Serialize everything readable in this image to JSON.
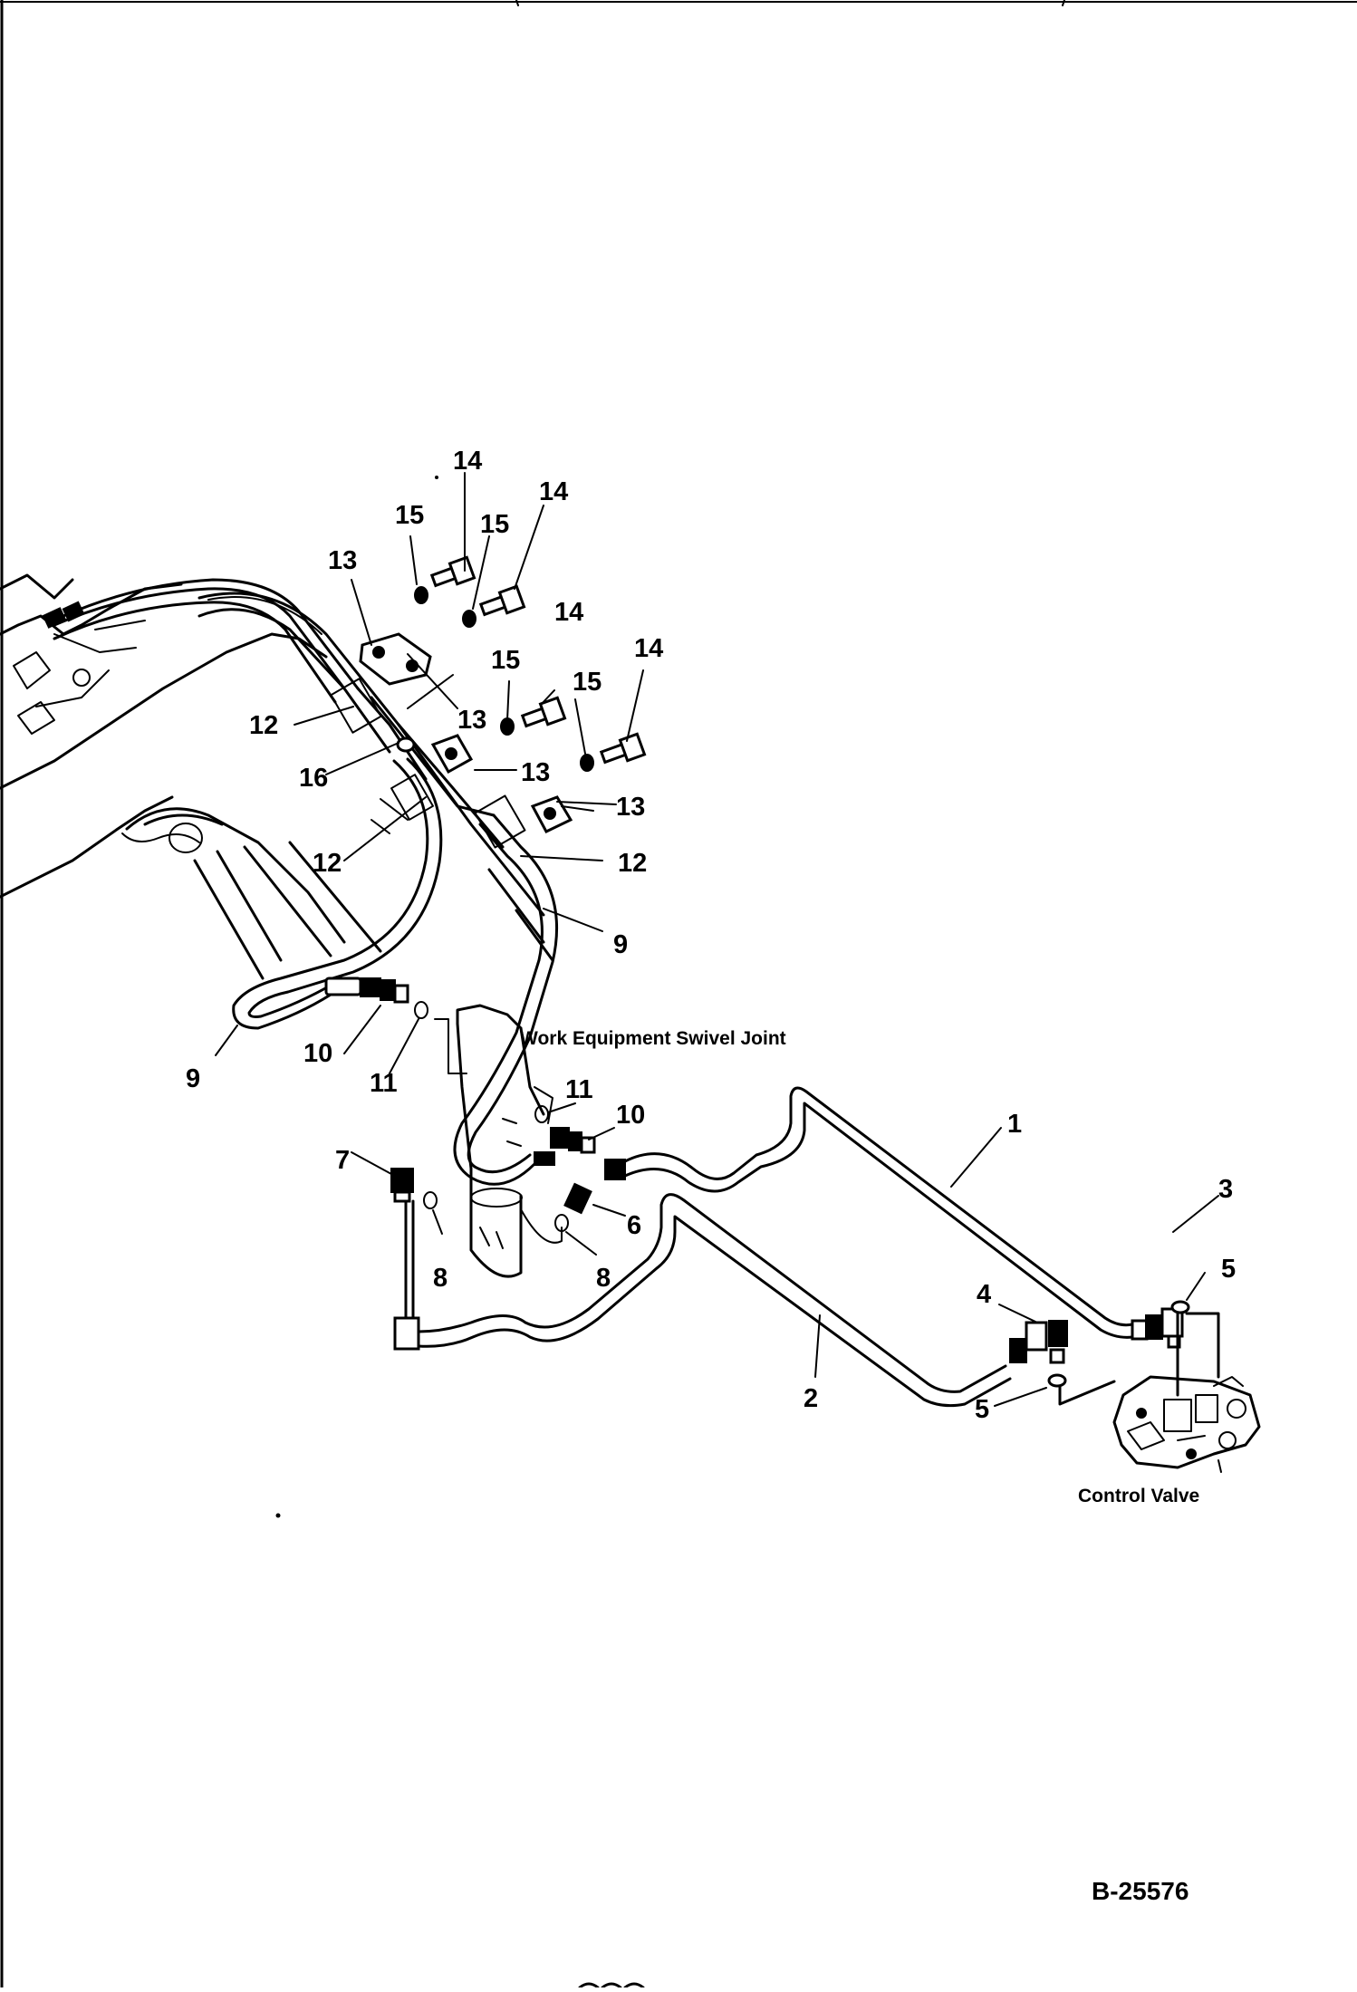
{
  "drawing_number": "B-25576",
  "captions": {
    "swivel_joint": "Work Equipment Swivel Joint",
    "control_valve": "Control Valve"
  },
  "callouts": {
    "c14a": "14",
    "c14b": "14",
    "c14c": "14",
    "c14d": "14",
    "c15a": "15",
    "c15b": "15",
    "c15c": "15",
    "c15d": "15",
    "c13a": "13",
    "c13b": "13",
    "c13c": "13",
    "c13d": "13",
    "c12a": "12",
    "c12b": "12",
    "c12c": "12",
    "c16": "16",
    "c9a": "9",
    "c9b": "9",
    "c10a": "10",
    "c10b": "10",
    "c11a": "11",
    "c11b": "11",
    "c7": "7",
    "c8a": "8",
    "c8b": "8",
    "c6": "6",
    "c1": "1",
    "c2": "2",
    "c3": "3",
    "c4": "4",
    "c5a": "5",
    "c5b": "5"
  }
}
